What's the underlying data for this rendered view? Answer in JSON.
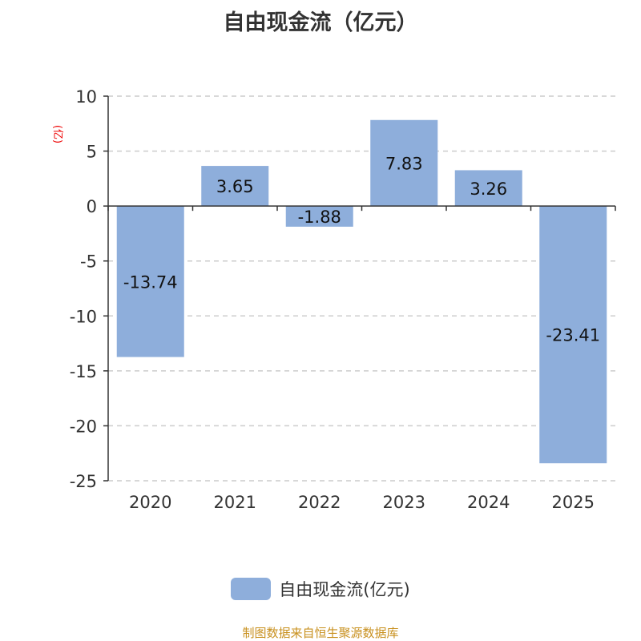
{
  "chart_data": {
    "type": "bar",
    "title": "自由现金流（亿元）",
    "ylabel": "(亿)",
    "categories": [
      "2020",
      "2021",
      "2022",
      "2023",
      "2024",
      "2025"
    ],
    "series": [
      {
        "name": "自由现金流(亿元)",
        "values": [
          -13.74,
          3.65,
          -1.88,
          7.83,
          3.26,
          -23.41
        ],
        "color": "#8eaedb"
      }
    ],
    "data_labels": [
      "-13.74",
      "3.65",
      "-1.88",
      "7.83",
      "3.26",
      "-23.41"
    ],
    "ylim": [
      -25,
      10
    ],
    "yticks": [
      10,
      5,
      0,
      -5,
      -10,
      -15,
      -20,
      -25
    ],
    "grid": true,
    "legend": "bottom-center"
  },
  "source": "制图数据来自恒生聚源数据库"
}
